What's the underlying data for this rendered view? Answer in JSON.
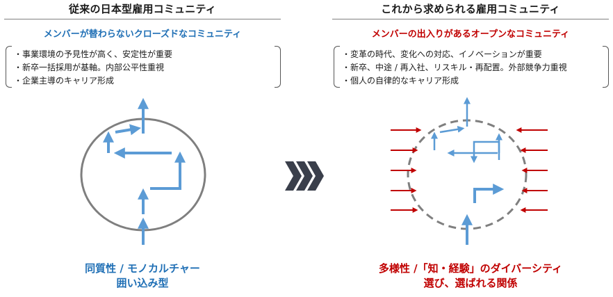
{
  "left": {
    "title": "従来の日本型雇用コミュニティ",
    "subtitle": "メンバーが替わらないクローズドなコミュニティ",
    "bullets": [
      "・事業環境の予見性が高く、安定性が重要",
      "・新卒一括採用が基軸。内部公平性重視",
      "・企業主導のキャリア形成"
    ],
    "caption_line1": "同質性 / モノカルチャー",
    "caption_line2": "囲い込み型"
  },
  "right": {
    "title": "これから求められる雇用コミュニティ",
    "subtitle": "メンバーの出入りがあるオープンなコミュニティ",
    "bullets": [
      "・変革の時代、変化への対応、イノベーションが重要",
      "・新卒、中途 / 再入社、リスキル・再配置。外部競争力重視",
      "・個人の自律的なキャリア形成"
    ],
    "caption_line1": "多様性 /「知・経験」のダイバーシティ",
    "caption_line2": "選び、選ばれる関係"
  },
  "colors": {
    "blue_text": "#1f6fb5",
    "red_text": "#c00000",
    "arrow_blue": "#5b9bd5",
    "arrow_red": "#c00000",
    "circle_gray": "#7f7f7f",
    "chevron": "#3a3f4b"
  }
}
